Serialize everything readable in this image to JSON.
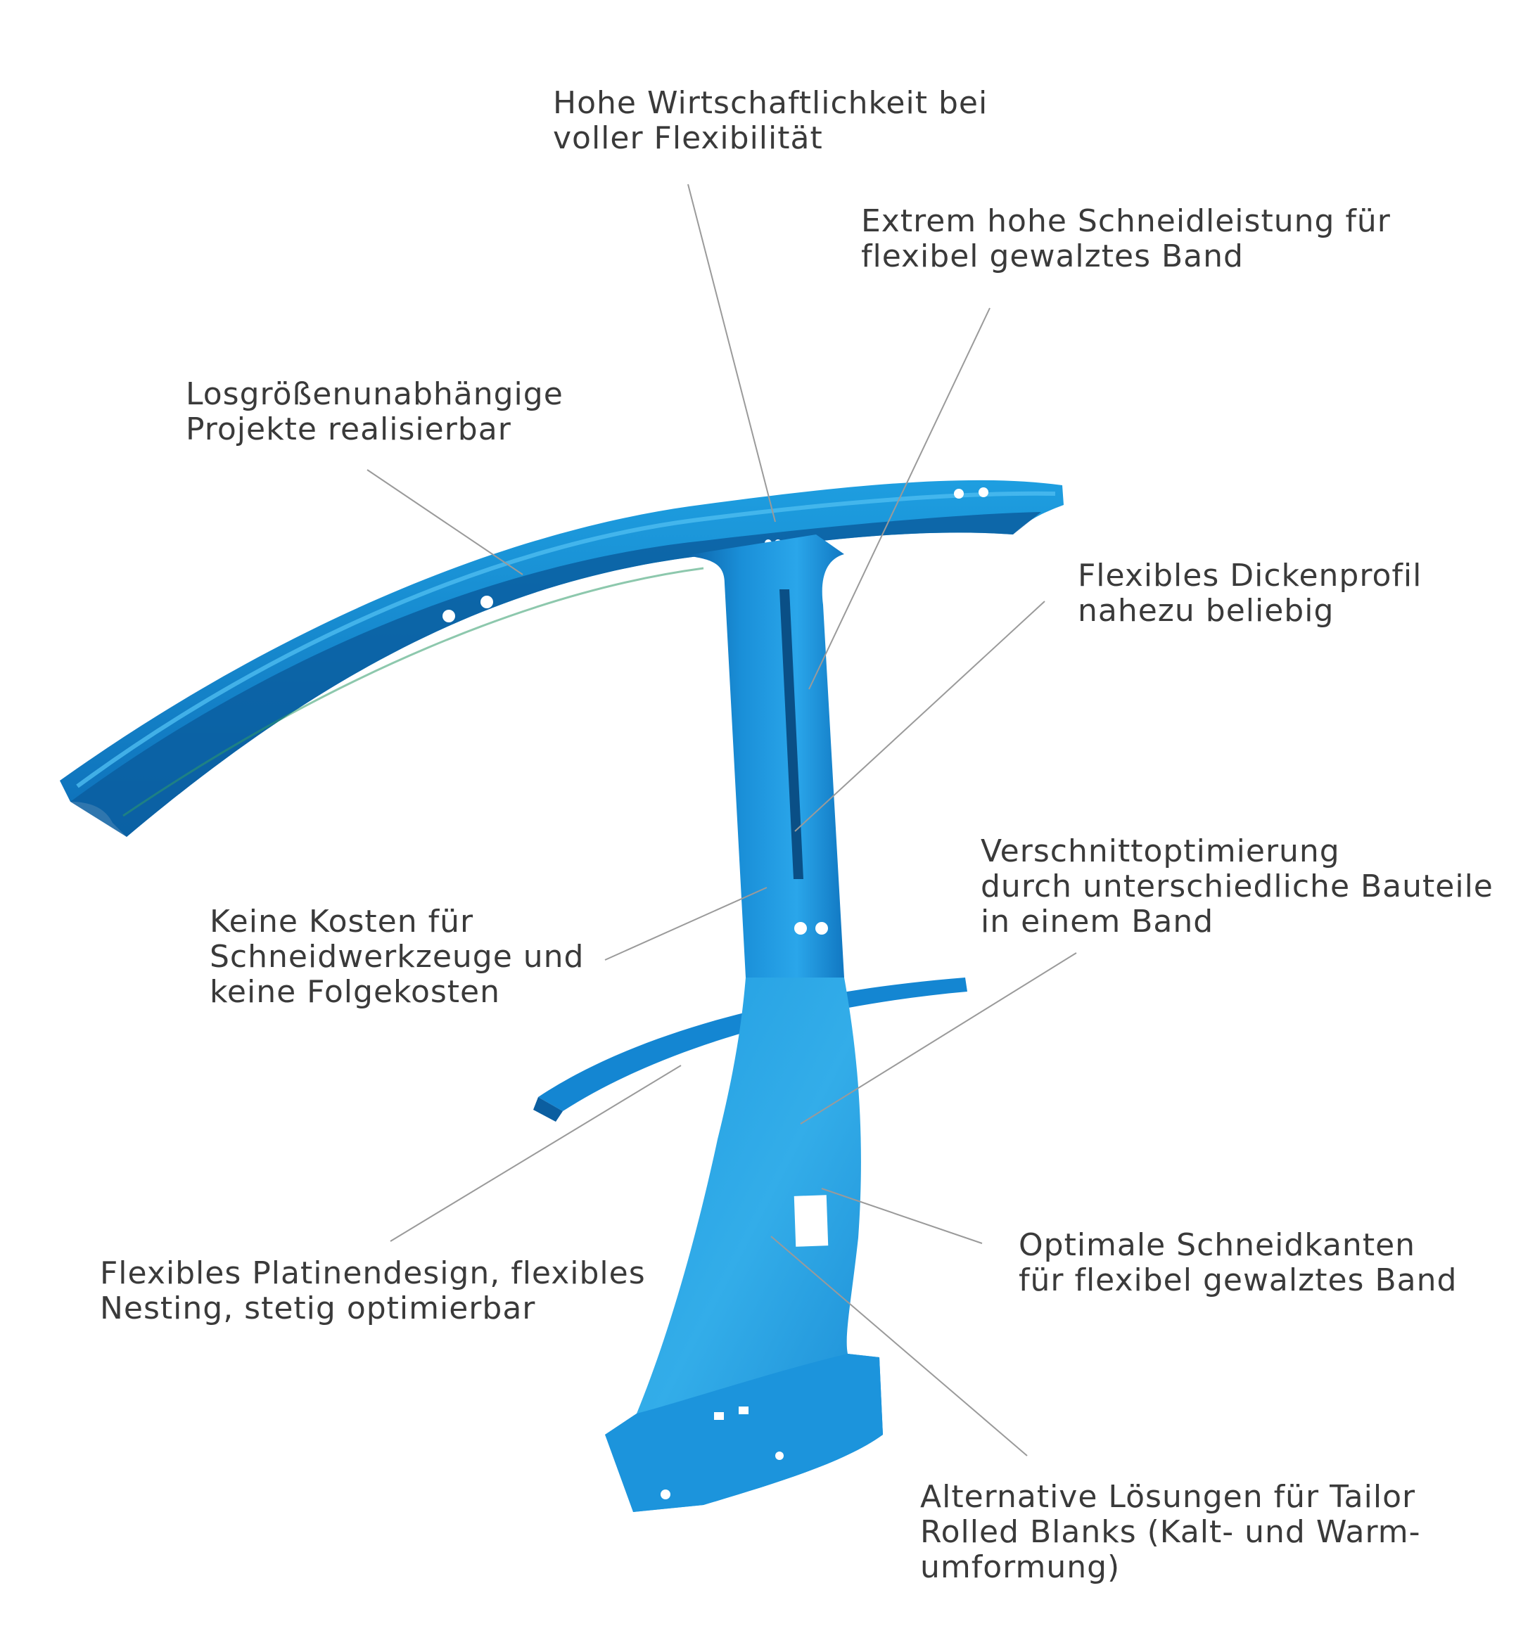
{
  "colors": {
    "part_light": "#1e9ee0",
    "part_main": "#1486d2",
    "part_dark": "#0b5ea0",
    "hole": "#ffffff",
    "leader_line": "#9a9a9a",
    "label_text": "#3a3a3a"
  },
  "callouts": [
    {
      "id": "wirtschaftlichkeit",
      "lines": [
        "Hohe Wirtschaftlichkeit bei",
        "voller Flexibilität"
      ]
    },
    {
      "id": "schneidleistung",
      "lines": [
        "Extrem hohe Schneidleistung für",
        "flexibel gewalztes Band"
      ]
    },
    {
      "id": "losgroesse",
      "lines": [
        "Losgrößenunabhängige",
        "Projekte realisierbar"
      ]
    },
    {
      "id": "dickenprofil",
      "lines": [
        "Flexibles Dickenprofil",
        "nahezu beliebig"
      ]
    },
    {
      "id": "verschnitt",
      "lines": [
        "Verschnittoptimierung",
        "durch unterschiedliche Bauteile",
        "in einem Band"
      ]
    },
    {
      "id": "kosten",
      "lines": [
        "Keine Kosten für",
        "Schneidwerkzeuge und",
        "keine Folgekosten"
      ]
    },
    {
      "id": "schneidkanten",
      "lines": [
        "Optimale Schneidkanten",
        "für flexibel gewalztes Band"
      ]
    },
    {
      "id": "platinendesign",
      "lines": [
        "Flexibles Platinendesign, flexibles",
        "Nesting, stetig optimierbar"
      ]
    },
    {
      "id": "alternative",
      "lines": [
        "Alternative Lösungen für Tailor",
        "Rolled Blanks (Kalt- und Warm-",
        "umformung)"
      ]
    }
  ]
}
